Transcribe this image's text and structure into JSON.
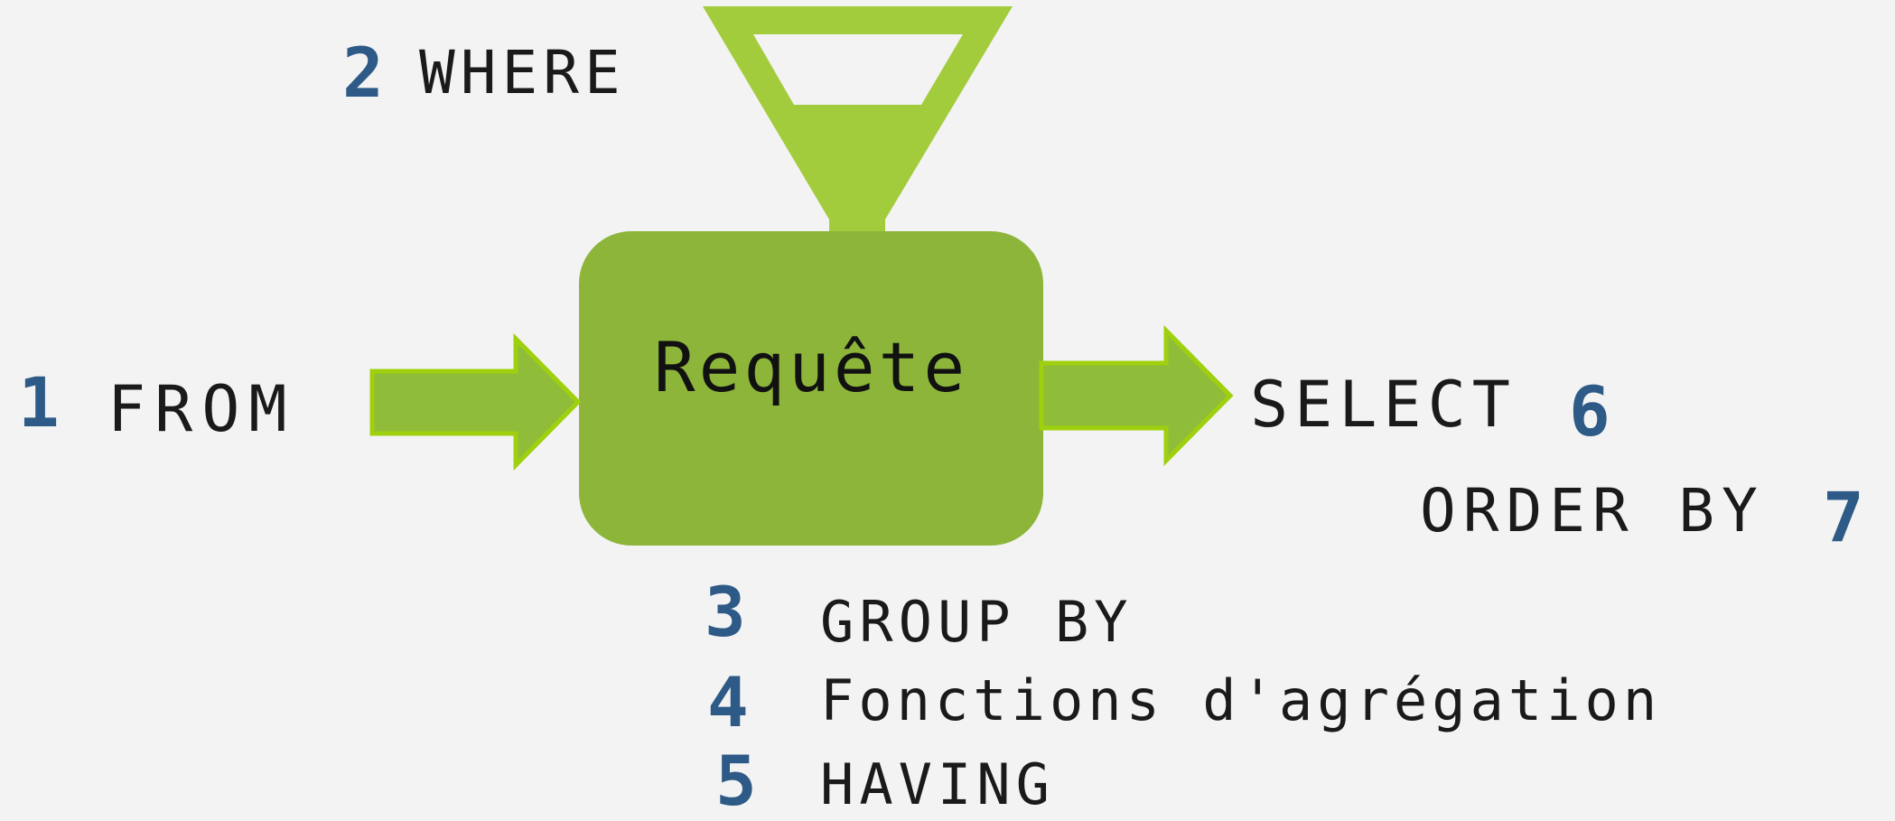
{
  "colors": {
    "background": "#f3f3f3",
    "box_fill": "#8db53a",
    "funnel_fill": "#a3cc3c",
    "arrow_fill": "#8fbd3a",
    "arrow_stroke": "#9fd00e",
    "number_color": "#2d5a86",
    "text_color": "#1a1a1a"
  },
  "diagram": {
    "center": {
      "label": "Requête"
    },
    "steps": [
      {
        "number": "1",
        "label": "FROM"
      },
      {
        "number": "2",
        "label": "WHERE"
      },
      {
        "number": "3",
        "label": "GROUP BY"
      },
      {
        "number": "4",
        "label": "Fonctions d'agrégation"
      },
      {
        "number": "5",
        "label": "HAVING"
      },
      {
        "number": "6",
        "label": "SELECT"
      },
      {
        "number": "7",
        "label": "ORDER BY"
      }
    ]
  }
}
